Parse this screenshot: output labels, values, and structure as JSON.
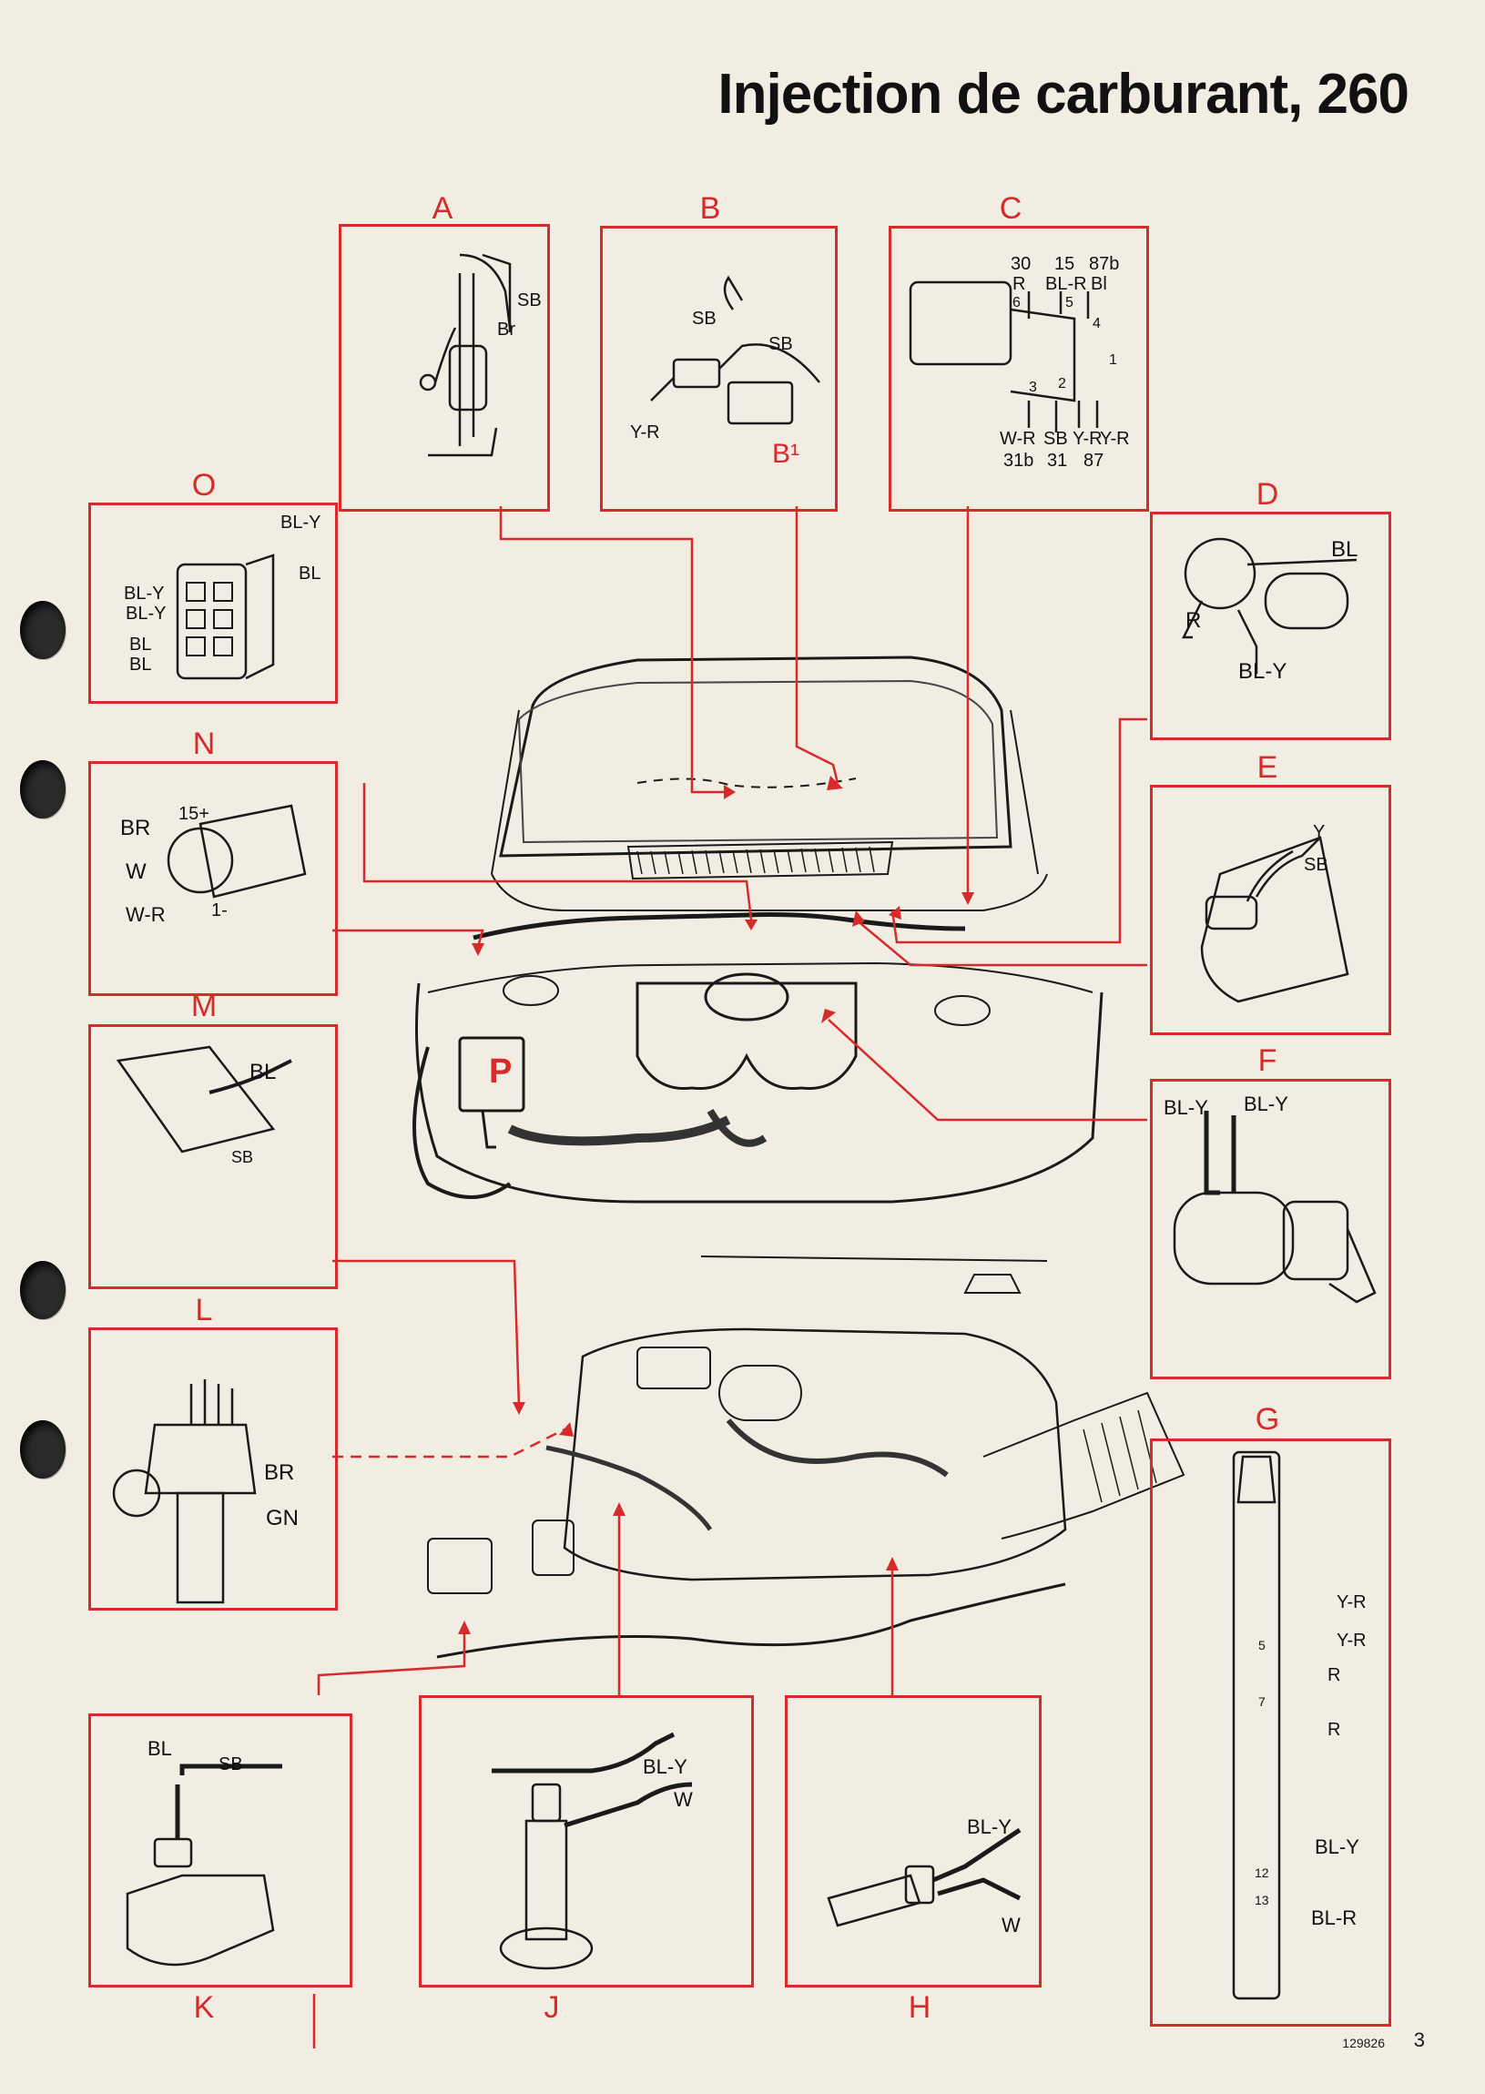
{
  "header": {
    "title": "Injection de carburant, 260"
  },
  "colors": {
    "accent_red": "#d72a2a",
    "ink": "#1a1a1a",
    "paper": "#f1ede2"
  },
  "center_label": "P",
  "panels": [
    {
      "id": "A",
      "letter": "A",
      "wires": [
        "SB",
        "Br"
      ]
    },
    {
      "id": "B",
      "letter": "B",
      "wires": [
        "SB",
        "SB",
        "Y-R",
        "B¹"
      ]
    },
    {
      "id": "C",
      "letter": "C",
      "top_terms": [
        "30",
        "15",
        "87b"
      ],
      "top_wires": [
        "R",
        "BL-R",
        "Bl"
      ],
      "pins": [
        "6",
        "5",
        "4",
        "1",
        "3",
        "2"
      ],
      "bottom_wires": [
        "W-R",
        "SB",
        "Y-R",
        "Y-R"
      ],
      "bottom_terms": [
        "31b",
        "31",
        "87"
      ]
    },
    {
      "id": "D",
      "letter": "D",
      "wires": [
        "BL",
        "R",
        "BL-Y"
      ]
    },
    {
      "id": "E",
      "letter": "E",
      "wires": [
        "Y",
        "SB"
      ]
    },
    {
      "id": "F",
      "letter": "F",
      "wires": [
        "BL-Y",
        "BL-Y"
      ]
    },
    {
      "id": "G",
      "letter": "G",
      "pins": [
        "5",
        "7",
        "12",
        "13"
      ],
      "wires": [
        "Y-R",
        "Y-R",
        "R",
        "R",
        "BL-Y",
        "BL-R"
      ]
    },
    {
      "id": "H",
      "letter": "H",
      "wires": [
        "BL-Y",
        "W"
      ]
    },
    {
      "id": "J",
      "letter": "J",
      "wires": [
        "BL-Y",
        "W"
      ]
    },
    {
      "id": "K",
      "letter": "K",
      "wires": [
        "BL",
        "SB"
      ]
    },
    {
      "id": "L",
      "letter": "L",
      "wires": [
        "BR",
        "GN"
      ]
    },
    {
      "id": "M",
      "letter": "M",
      "wires": [
        "BL",
        "SB"
      ]
    },
    {
      "id": "N",
      "letter": "N",
      "wires": [
        "BR",
        "15+",
        "W",
        "W-R",
        "1-"
      ]
    },
    {
      "id": "O",
      "letter": "O",
      "wires": [
        "BL-Y",
        "BL",
        "BL-Y",
        "BL-Y",
        "BL",
        "BL"
      ]
    }
  ],
  "footer": {
    "code": "129826",
    "page": "3"
  }
}
